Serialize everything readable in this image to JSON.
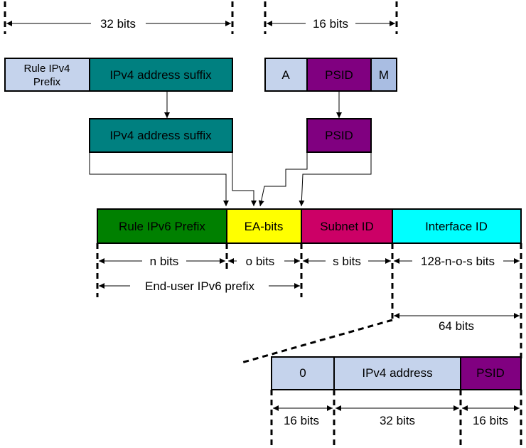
{
  "colors": {
    "light_blue": "#c5d3ec",
    "teal": "#008080",
    "purple": "#800080",
    "green": "#008000",
    "yellow": "#ffff00",
    "crimson": "#cc0066",
    "cyan": "#00ffff",
    "m_blue": "#a9bde2"
  },
  "dims": {
    "bits32": "32 bits",
    "bits16": "16 bits",
    "n_bits": "n bits",
    "o_bits": "o bits",
    "s_bits": "s bits",
    "rest_bits": "128-n-o-s bits",
    "end_user_prefix": "End-user IPv6 prefix",
    "bits64": "64 bits",
    "bot16a": "16 bits",
    "bot32": "32  bits",
    "bot16b": "16 bits"
  },
  "ipv4_row": {
    "rule_prefix_line1": "Rule IPv4",
    "rule_prefix_line2": "Prefix",
    "suffix": "IPv4 address suffix"
  },
  "port_row": {
    "a": "A",
    "psid": "PSID",
    "m": "M"
  },
  "middle_row": {
    "suffix": "IPv4 address suffix",
    "psid": "PSID"
  },
  "ipv6_row": {
    "rule_prefix": "Rule IPv6 Prefix",
    "ea_bits": "EA-bits",
    "subnet_id": "Subnet ID",
    "interface_id": "Interface ID"
  },
  "iid_row": {
    "zero": "0",
    "ipv4_address": "IPv4 address",
    "psid": "PSID"
  }
}
